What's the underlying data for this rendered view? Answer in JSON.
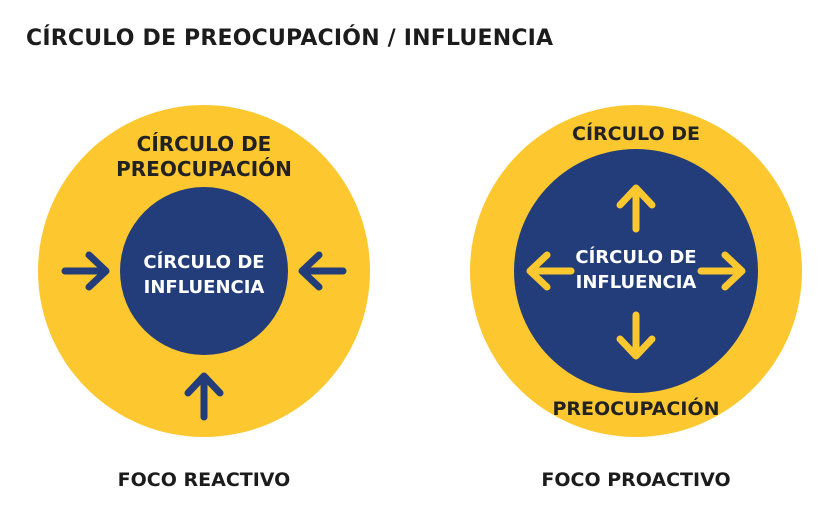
{
  "title": "CÍRCULO DE PREOCUPACIÓN / INFLUENCIA",
  "colors": {
    "outer": "#FCC72F",
    "inner": "#223D79",
    "inner_text": "#FFFFFF",
    "outer_text": "#222222",
    "caption_text": "#1c1c1c"
  },
  "reactive": {
    "outer_label_line1": "CÍRCULO DE",
    "outer_label_line2": "PREOCUPACIÓN",
    "inner_label_line1": "CÍRCULO DE",
    "inner_label_line2": "INFLUENCIA",
    "caption": "FOCO REACTIVO",
    "arrows": [
      "arrow-right-icon",
      "arrow-left-icon",
      "arrow-up-icon"
    ]
  },
  "proactive": {
    "outer_label_top": "CÍRCULO DE",
    "outer_label_bottom": "PREOCUPACIÓN",
    "inner_label_line1": "CÍRCULO DE",
    "inner_label_line2": "INFLUENCIA",
    "caption": "FOCO PROACTIVO",
    "arrows": [
      "arrow-up-icon",
      "arrow-left-icon",
      "arrow-right-icon",
      "arrow-down-icon"
    ]
  }
}
